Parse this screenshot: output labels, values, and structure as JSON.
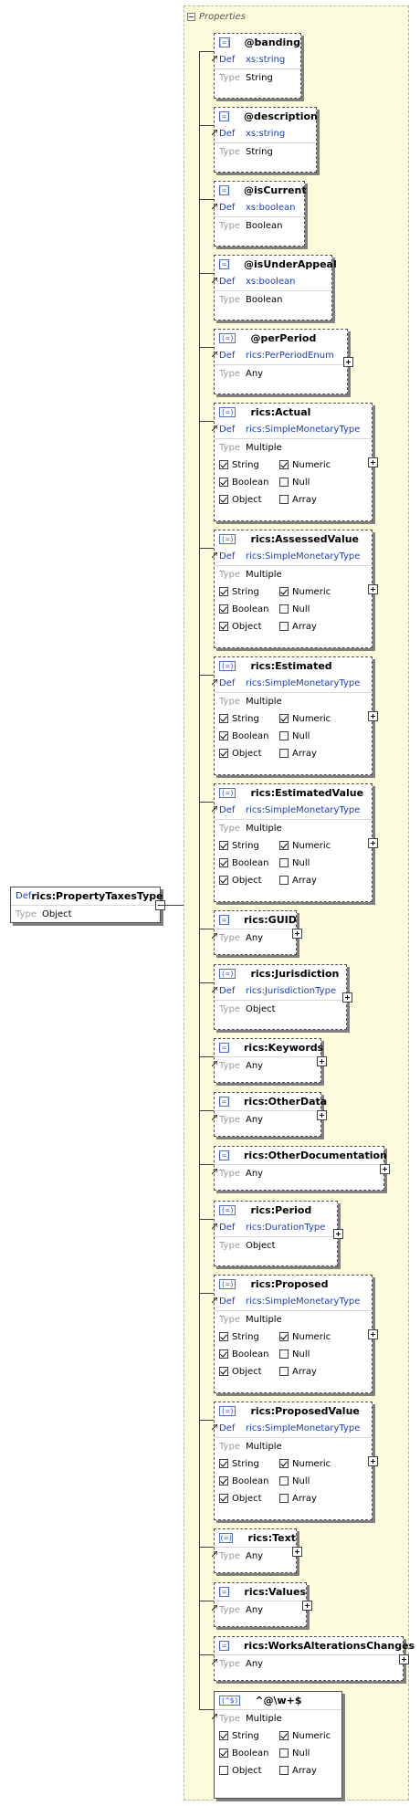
{
  "root": {
    "def_key": "Def",
    "name": "rics:PropertyTaxesType",
    "type_key": "Type",
    "type_value": "Object"
  },
  "panel": {
    "title": "Properties"
  },
  "check_labels": {
    "string": "String",
    "numeric": "Numeric",
    "boolean": "Boolean",
    "null": "Null",
    "object": "Object",
    "array": "Array"
  },
  "nodes": [
    {
      "name": "@banding",
      "icon": "(=)",
      "def_key": "Def",
      "def_value": "xs:string",
      "type_key": "Type",
      "type_value": "String",
      "optional": true
    },
    {
      "name": "@description",
      "icon": "(=)",
      "def_key": "Def",
      "def_value": "xs:string",
      "type_key": "Type",
      "type_value": "String",
      "optional": true
    },
    {
      "name": "@isCurrent",
      "icon": "(=)",
      "def_key": "Def",
      "def_value": "xs:boolean",
      "type_key": "Type",
      "type_value": "Boolean",
      "optional": true
    },
    {
      "name": "@isUnderAppeal",
      "icon": "(=)",
      "def_key": "Def",
      "def_value": "xs:boolean",
      "type_key": "Type",
      "type_value": "Boolean",
      "optional": true
    },
    {
      "name": "@perPeriod",
      "icon": "(=)",
      "def_key": "Def",
      "def_value": "rics:PerPeriodEnum",
      "type_key": "Type",
      "type_value": "Any",
      "optional": true,
      "expandable": true
    },
    {
      "name": "rics:Actual",
      "icon": "(=)",
      "def_key": "Def",
      "def_value": "rics:SimpleMonetaryType",
      "type_key": "Type",
      "type_value": "Multiple",
      "optional": true,
      "expandable": true,
      "checks": {
        "string": true,
        "numeric": true,
        "boolean": true,
        "null": false,
        "object": true,
        "array": false
      }
    },
    {
      "name": "rics:AssessedValue",
      "icon": "(=)",
      "def_key": "Def",
      "def_value": "rics:SimpleMonetaryType",
      "type_key": "Type",
      "type_value": "Multiple",
      "optional": true,
      "expandable": true,
      "checks": {
        "string": true,
        "numeric": true,
        "boolean": true,
        "null": false,
        "object": true,
        "array": false
      }
    },
    {
      "name": "rics:Estimated",
      "icon": "(=)",
      "def_key": "Def",
      "def_value": "rics:SimpleMonetaryType",
      "type_key": "Type",
      "type_value": "Multiple",
      "optional": true,
      "expandable": true,
      "checks": {
        "string": true,
        "numeric": true,
        "boolean": true,
        "null": false,
        "object": true,
        "array": false
      }
    },
    {
      "name": "rics:EstimatedValue",
      "icon": "(=)",
      "def_key": "Def",
      "def_value": "rics:SimpleMonetaryType",
      "type_key": "Type",
      "type_value": "Multiple",
      "optional": true,
      "expandable": true,
      "checks": {
        "string": true,
        "numeric": true,
        "boolean": true,
        "null": false,
        "object": true,
        "array": false
      }
    },
    {
      "name": "rics:GUID",
      "icon": "(=)",
      "type_key": "Type",
      "type_value": "Any",
      "optional": true,
      "expandable": true
    },
    {
      "name": "rics:Jurisdiction",
      "icon": "(=)",
      "def_key": "Def",
      "def_value": "rics:JurisdictionType",
      "type_key": "Type",
      "type_value": "Object",
      "optional": true,
      "expandable": true
    },
    {
      "name": "rics:Keywords",
      "icon": "(=)",
      "type_key": "Type",
      "type_value": "Any",
      "optional": true,
      "expandable": true
    },
    {
      "name": "rics:OtherData",
      "icon": "(=)",
      "type_key": "Type",
      "type_value": "Any",
      "optional": true,
      "expandable": true
    },
    {
      "name": "rics:OtherDocumentation",
      "icon": "(=)",
      "type_key": "Type",
      "type_value": "Any",
      "optional": true,
      "expandable": true
    },
    {
      "name": "rics:Period",
      "icon": "(=)",
      "def_key": "Def",
      "def_value": "rics:DurationType",
      "type_key": "Type",
      "type_value": "Object",
      "optional": true,
      "expandable": true
    },
    {
      "name": "rics:Proposed",
      "icon": "(=)",
      "def_key": "Def",
      "def_value": "rics:SimpleMonetaryType",
      "type_key": "Type",
      "type_value": "Multiple",
      "optional": true,
      "expandable": true,
      "checks": {
        "string": true,
        "numeric": true,
        "boolean": true,
        "null": false,
        "object": true,
        "array": false
      }
    },
    {
      "name": "rics:ProposedValue",
      "icon": "(=)",
      "def_key": "Def",
      "def_value": "rics:SimpleMonetaryType",
      "type_key": "Type",
      "type_value": "Multiple",
      "optional": true,
      "expandable": true,
      "checks": {
        "string": true,
        "numeric": true,
        "boolean": true,
        "null": false,
        "object": true,
        "array": false
      }
    },
    {
      "name": "rics:Text",
      "icon": "(=)",
      "type_key": "Type",
      "type_value": "Any",
      "optional": true,
      "expandable": true
    },
    {
      "name": "rics:Values",
      "icon": "(=)",
      "type_key": "Type",
      "type_value": "Any",
      "optional": true,
      "expandable": true
    },
    {
      "name": "rics:WorksAlterationsChanges",
      "icon": "(=)",
      "type_key": "Type",
      "type_value": "Any",
      "optional": true,
      "expandable": true
    },
    {
      "name": "^@\\w+$",
      "icon": "(^$)",
      "type_key": "Type",
      "type_value": "Multiple",
      "optional": false,
      "expandable": false,
      "checks": {
        "string": true,
        "numeric": true,
        "boolean": true,
        "null": false,
        "object": false,
        "array": false
      }
    }
  ]
}
